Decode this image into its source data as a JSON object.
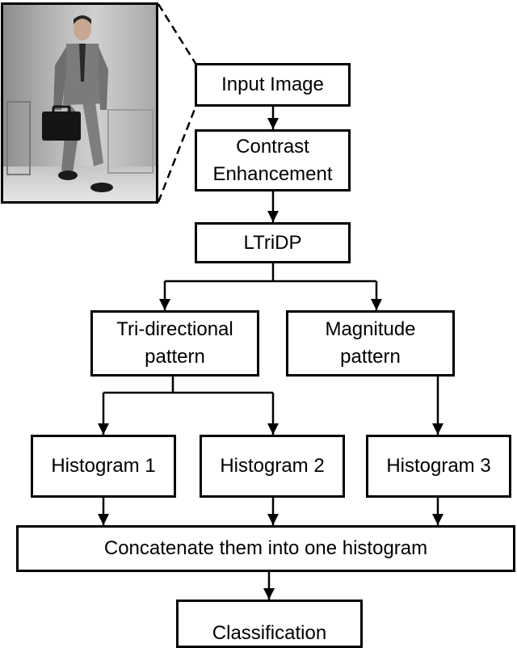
{
  "diagram": {
    "input_image": "Input Image",
    "contrast": [
      "Contrast",
      "Enhancement"
    ],
    "ltridp": "LTriDP",
    "tri_directional": [
      "Tri-directional",
      "pattern"
    ],
    "magnitude": [
      "Magnitude",
      "pattern"
    ],
    "histogram_1": "Histogram 1",
    "histogram_2": "Histogram 2",
    "histogram_3": "Histogram 3",
    "concatenate": "Concatenate them into one histogram",
    "classification": "Classification"
  },
  "photo": {
    "subject": "man-in-grey-suit-with-briefcase"
  }
}
